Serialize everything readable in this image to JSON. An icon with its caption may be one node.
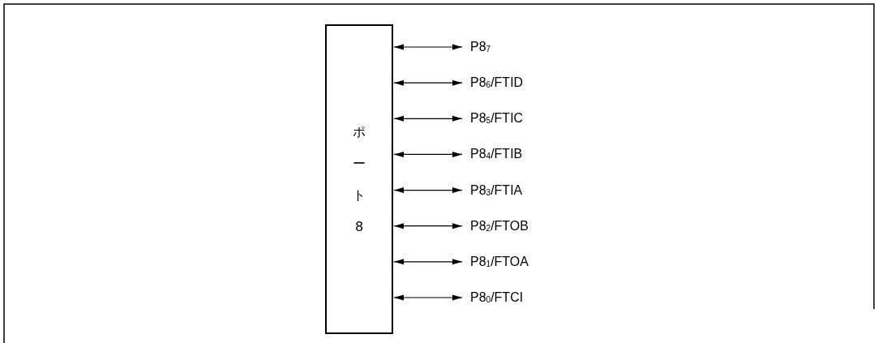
{
  "diagram": {
    "nodes": [
      {
        "text": [
          "ポート8"
        ]
      },
      {
        "text": [
          "P8$_{7}$"
        ]
      },
      {
        "text": [
          "P8$_{6}$/FTID"
        ]
      },
      {
        "text": [
          "P8$_{5}$/FTIC"
        ]
      },
      {
        "text": [
          "P8$_{4}$/FTIB"
        ]
      },
      {
        "text": [
          "P8$_{3}$/FTIA"
        ]
      },
      {
        "text": [
          "P8$_{2}$/FTOB"
        ]
      },
      {
        "text": [
          "P8$_{1}$/FTOA"
        ]
      },
      {
        "text": [
          "P8$_{0}$/FTCI"
        ]
      }
    ],
    "edges": [
      {
        "from": 0,
        "to": 1,
        "arrow": "both"
      },
      {
        "from": 0,
        "to": 2,
        "arrow": "both"
      },
      {
        "from": 0,
        "to": 3,
        "arrow": "both"
      },
      {
        "from": 0,
        "to": 4,
        "arrow": "both"
      },
      {
        "from": 0,
        "to": 5,
        "arrow": "both"
      },
      {
        "from": 0,
        "to": 6,
        "arrow": "both"
      },
      {
        "from": 0,
        "to": 7,
        "arrow": "both"
      },
      {
        "from": 0,
        "to": 8,
        "arrow": "both"
      }
    ]
  }
}
